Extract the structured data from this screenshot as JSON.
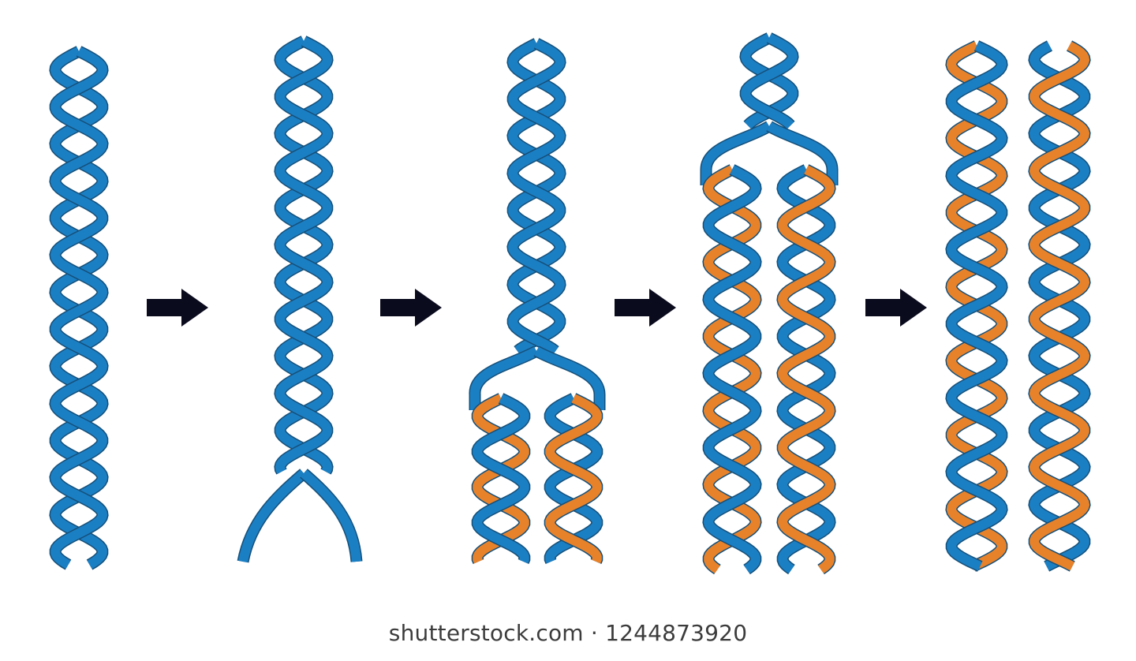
{
  "diagram": {
    "kind": "dna-replication-steps",
    "colors": {
      "parent_strand": "#1b7fc4",
      "new_strand": "#e8822a",
      "strand_edge": "#15507a",
      "arrow": "#0b0b1e",
      "background": "#ffffff"
    },
    "stages": [
      {
        "name": "stage-1-double-helix"
      },
      {
        "name": "stage-2-unwinding-begins"
      },
      {
        "name": "stage-3-replication-fork"
      },
      {
        "name": "stage-4-extended-replication"
      },
      {
        "name": "stage-5-two-daughter-helices"
      }
    ],
    "arrow_icon": "right-arrow-icon"
  },
  "watermark": {
    "text": "shutterstock.com · 1244873920"
  }
}
